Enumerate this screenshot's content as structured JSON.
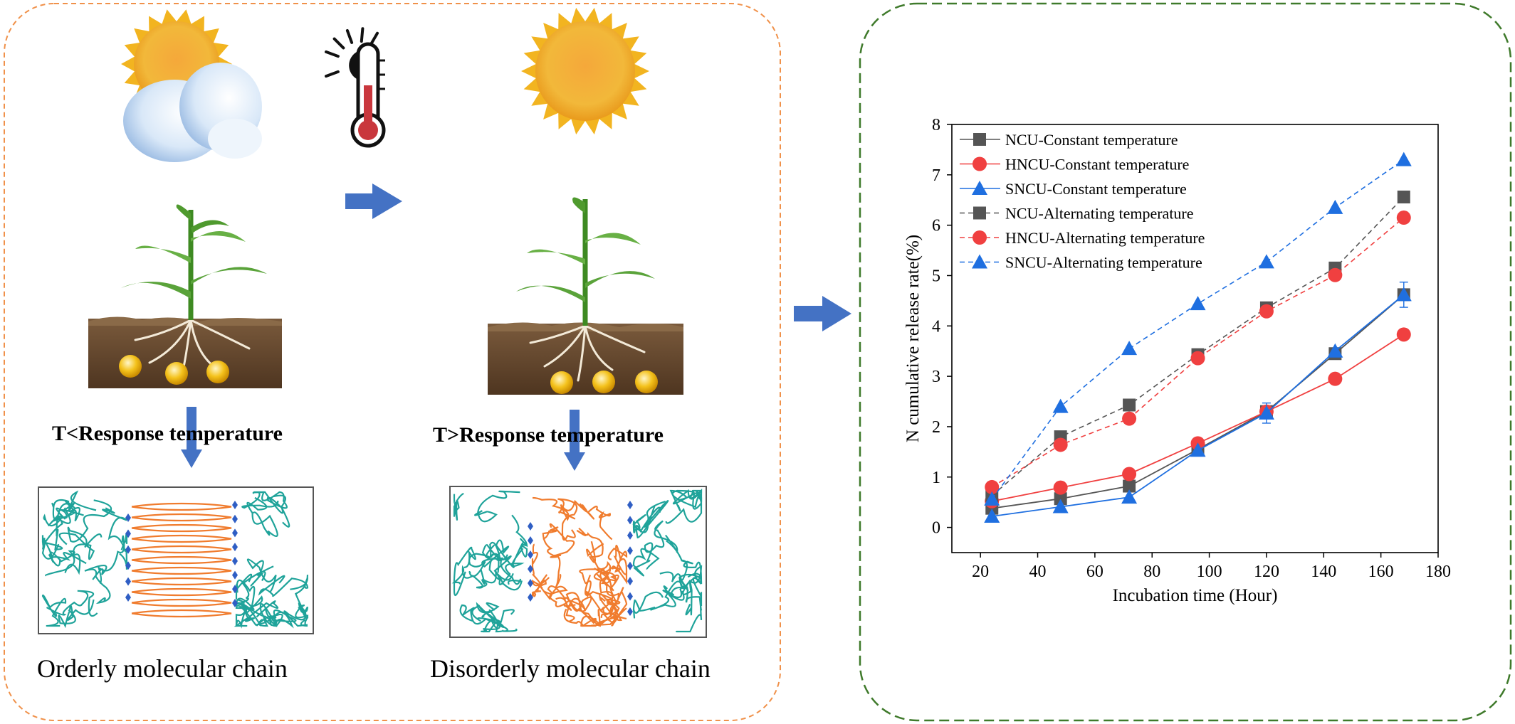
{
  "left_panel": {
    "state_low": {
      "label": "T<Response temperature",
      "caption": "Orderly molecular chain"
    },
    "state_high": {
      "label": "T>Response temperature",
      "caption": "Disorderly molecular chain"
    }
  },
  "colors": {
    "panel_left_border": "#f0914a",
    "panel_right_border": "#3f7a2b",
    "arrow": "#4472c4",
    "chain_orange": "#f07c2e",
    "chain_teal": "#1fa39a",
    "link_blue": "#2f5ec4",
    "sun": "#f5b82e",
    "cloud": "#b8d4f0",
    "soil": "#6b4a2e",
    "leaf": "#4f9a2e"
  },
  "chart_data": {
    "type": "line",
    "xlabel": "Incubation time (Hour)",
    "ylabel": "N cumulative release rate(%)",
    "xlim": [
      10,
      180
    ],
    "ylim": [
      -0.5,
      8
    ],
    "xticks": [
      20,
      40,
      60,
      80,
      100,
      120,
      140,
      160,
      180
    ],
    "yticks": [
      0,
      1,
      2,
      3,
      4,
      5,
      6,
      7,
      8
    ],
    "x": [
      24,
      48,
      72,
      96,
      120,
      144,
      168
    ],
    "grid": false,
    "legend_position": "top-left",
    "series": [
      {
        "name": "NCU-Constant temperature",
        "color": "#555555",
        "marker": "square",
        "dash": false,
        "values": [
          0.38,
          0.57,
          0.82,
          1.55,
          2.3,
          3.45,
          4.62
        ],
        "errors": [
          0,
          0,
          0,
          0,
          0,
          0.05,
          0
        ]
      },
      {
        "name": "HNCU-Constant temperature",
        "color": "#f04040",
        "marker": "circle",
        "dash": false,
        "values": [
          0.52,
          0.79,
          1.06,
          1.67,
          2.3,
          2.95,
          3.83
        ],
        "errors": [
          0,
          0,
          0,
          0,
          0,
          0,
          0
        ]
      },
      {
        "name": "SNCU-Constant temperature",
        "color": "#1f6fe0",
        "marker": "triangle",
        "dash": false,
        "values": [
          0.22,
          0.41,
          0.6,
          1.53,
          2.27,
          3.5,
          4.62
        ],
        "errors": [
          0,
          0,
          0,
          0,
          0.2,
          0,
          0.25
        ]
      },
      {
        "name": "NCU-Alternating temperature",
        "color": "#555555",
        "marker": "square",
        "dash": true,
        "values": [
          0.63,
          1.8,
          2.43,
          3.43,
          4.36,
          5.15,
          6.56
        ],
        "errors": [
          0,
          0,
          0,
          0.05,
          0,
          0,
          0.05
        ]
      },
      {
        "name": "HNCU-Alternating temperature",
        "color": "#f04040",
        "marker": "circle",
        "dash": true,
        "values": [
          0.8,
          1.64,
          2.16,
          3.36,
          4.29,
          5.01,
          6.15
        ],
        "errors": [
          0,
          0,
          0,
          0,
          0,
          0,
          0
        ]
      },
      {
        "name": "SNCU-Alternating temperature",
        "color": "#1f6fe0",
        "marker": "triangle",
        "dash": true,
        "values": [
          0.56,
          2.4,
          3.55,
          4.44,
          5.27,
          6.35,
          7.3
        ],
        "errors": [
          0,
          0,
          0,
          0,
          0,
          0,
          0
        ]
      }
    ]
  }
}
